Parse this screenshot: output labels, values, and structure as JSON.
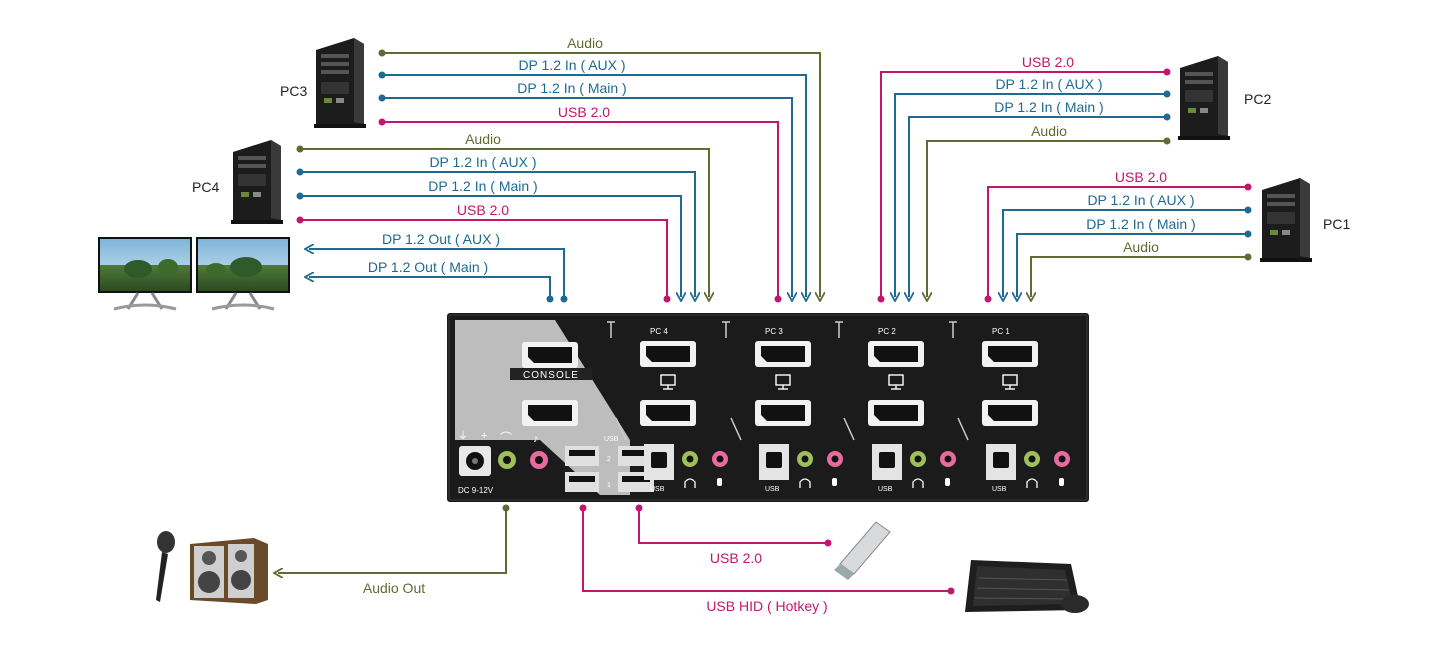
{
  "pcs": {
    "pc1": "PC1",
    "pc2": "PC2",
    "pc3": "PC3",
    "pc4": "PC4"
  },
  "connections": {
    "audio": "Audio",
    "dp_aux_in": "DP 1.2 In ( AUX )",
    "dp_main_in": "DP 1.2 In ( Main )",
    "usb": "USB 2.0",
    "dp_aux_out": "DP 1.2 Out ( AUX )",
    "dp_main_out": "DP 1.2 Out ( Main )",
    "audio_out": "Audio Out",
    "usb_hid": "USB HID ( Hotkey )"
  },
  "panel": {
    "console": "CONSOLE",
    "dc": "DC 9-12V",
    "usb": "USB",
    "port1": "1",
    "port2": "2",
    "plus": "+",
    "pc_prefix": "PC",
    "pc4_num": "4",
    "pc3_num": "3",
    "pc2_num": "2",
    "pc1_num": "1"
  },
  "colors": {
    "audio": "#5e6b32",
    "dp": "#1e6a92",
    "usb": "#c2166e",
    "device": "#1b1b1b"
  }
}
